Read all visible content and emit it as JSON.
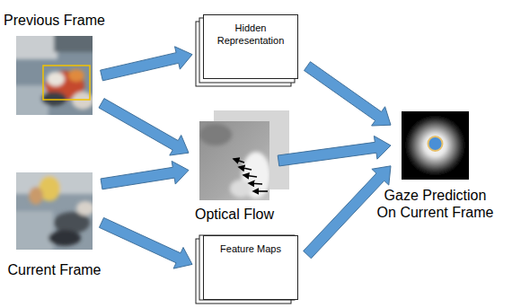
{
  "diagram": {
    "nodes": [
      {
        "text": [
          "Previous Frame"
        ]
      },
      {
        "text": [
          "Hidden Representation"
        ]
      },
      {
        "text": [
          "Optical Flow"
        ]
      },
      {
        "text": [
          "Current Frame"
        ]
      },
      {
        "text": [
          "Feature Maps"
        ]
      },
      {
        "text": [
          "Gaze Prediction On Current Frame"
        ]
      }
    ],
    "edges": [
      {
        "from": 0,
        "to": 1,
        "arrow": "to"
      },
      {
        "from": 0,
        "to": 2,
        "arrow": "to"
      },
      {
        "from": 3,
        "to": 2,
        "arrow": "to"
      },
      {
        "from": 3,
        "to": 4,
        "arrow": "to"
      },
      {
        "from": 1,
        "to": 5,
        "arrow": "to"
      },
      {
        "from": 2,
        "to": 5,
        "arrow": "to"
      },
      {
        "from": 4,
        "to": 5,
        "arrow": "to"
      }
    ]
  }
}
